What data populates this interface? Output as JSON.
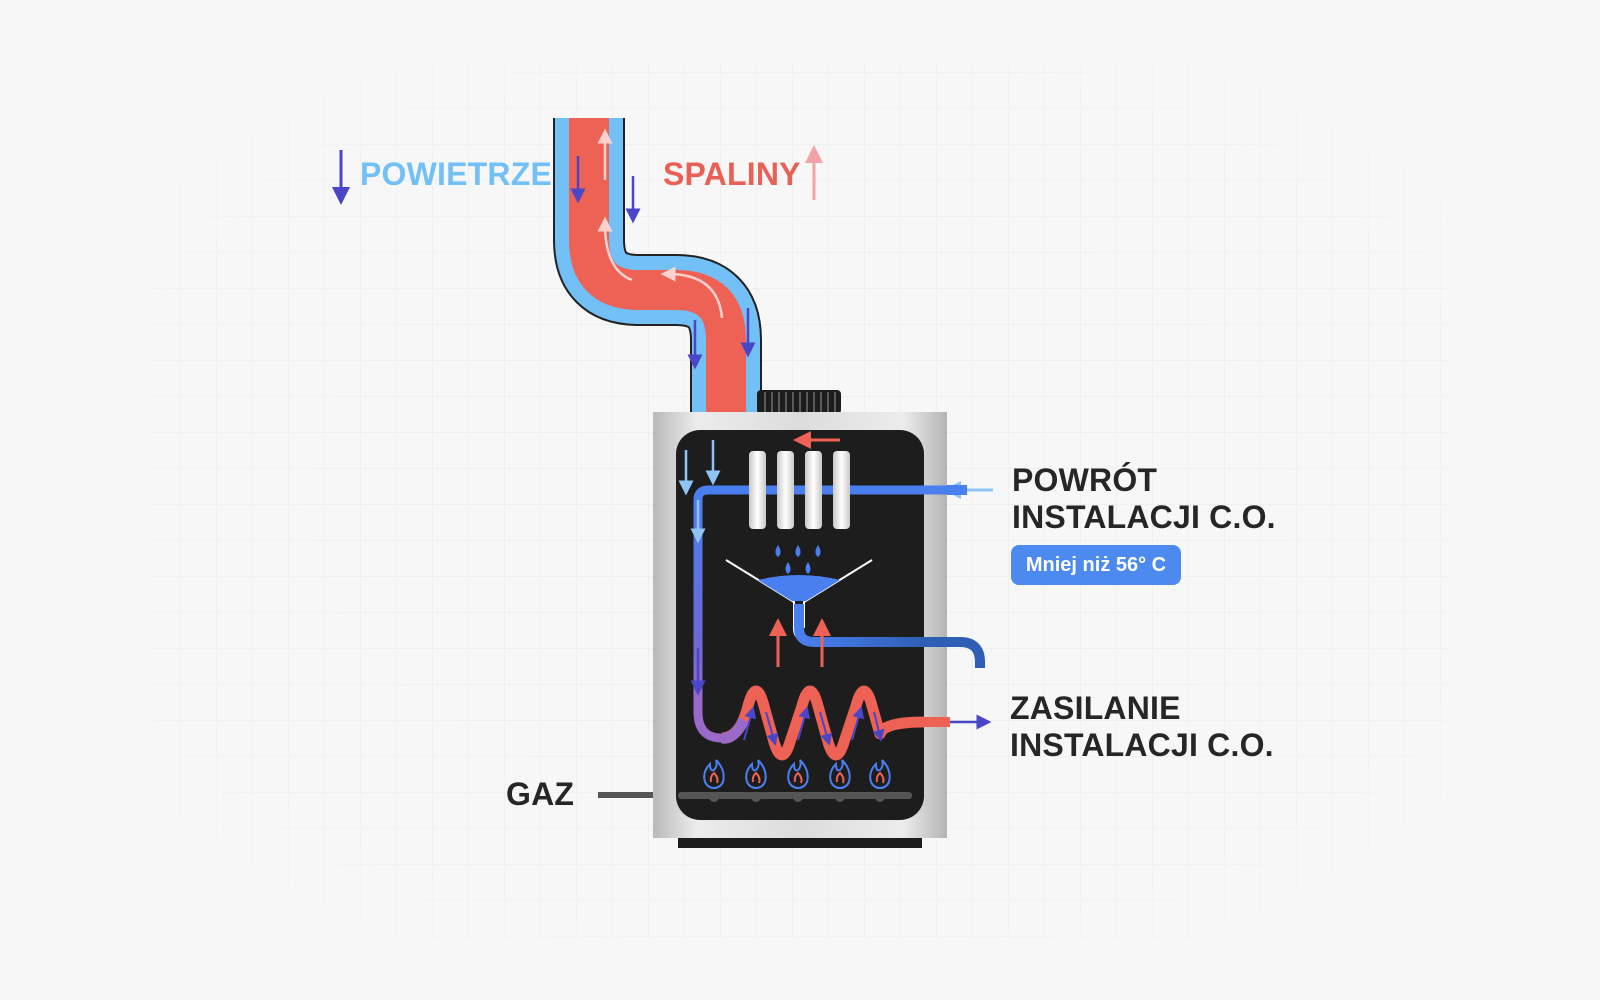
{
  "labels": {
    "air": "POWIETRZE",
    "exhaust": "SPALINY",
    "return_line1": "POWRÓT",
    "return_line2": "INSTALACJI C.O.",
    "return_temp_badge": "Mniej niż 56° C",
    "supply_line1": "ZASILANIE",
    "supply_line2": "INSTALACJI C.O.",
    "gas": "GAZ"
  },
  "colors": {
    "air": "#72c0f5",
    "exhaust": "#ee6155",
    "return_water": "#4a7ff0",
    "supply_water": "#ee6155",
    "condensate": "#2f5fb5",
    "boiler_casing": "#d9d9d9",
    "boiler_interior": "#1d1d1d"
  },
  "icons": [
    "flow-arrow-icon",
    "flame-icon",
    "water-drop-icon"
  ]
}
